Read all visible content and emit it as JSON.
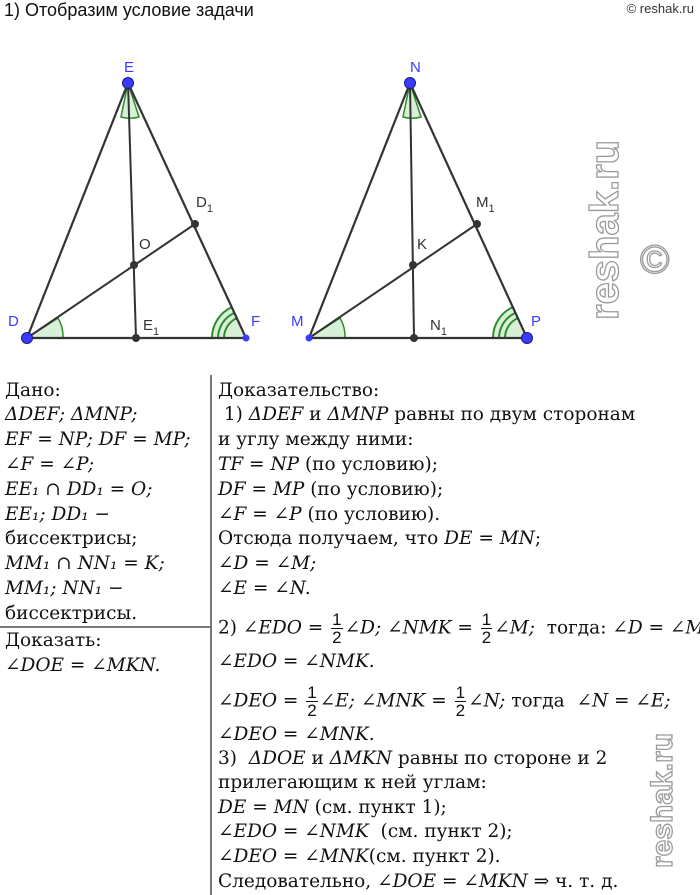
{
  "header": {
    "title": "1) Отобразим условие задачи",
    "copyright": "© reshak.ru"
  },
  "diagram": {
    "triangle1": {
      "labels": {
        "E": "E",
        "D": "D",
        "F": "F",
        "D1": "D",
        "D1_sub": "1",
        "O": "O",
        "E1": "E",
        "E1_sub": "1"
      }
    },
    "triangle2": {
      "labels": {
        "N": "N",
        "M": "M",
        "P": "P",
        "M1": "M",
        "M1_sub": "1",
        "K": "K",
        "N1": "N",
        "N1_sub": "1"
      }
    },
    "colors": {
      "vertex": "#3b3bff",
      "point": "#333333",
      "angle": "#2e8b2e",
      "angle_fill": "#d8f0d8"
    }
  },
  "watermark": {
    "text": "reshak.ru",
    "symbol": "©"
  },
  "given": {
    "lines": [
      [
        {
          "r": "Дано:"
        }
      ],
      [
        {
          "m": "ΔDEF; ΔMNP;"
        }
      ],
      [
        {
          "m": "EF = NP; DF = MP;"
        }
      ],
      [
        {
          "m": "∠F = ∠P;"
        }
      ],
      [
        {
          "m": "EE₁ ∩ DD₁ = O;"
        }
      ],
      [
        {
          "m": "EE₁; DD₁ −"
        }
      ],
      [
        {
          "r": "биссектрисы;"
        }
      ],
      [
        {
          "m": "MM₁ ∩ NN₁ = K;"
        }
      ],
      [
        {
          "m": "MM₁; NN₁ −"
        }
      ],
      [
        {
          "r": "биссектрисы."
        }
      ]
    ]
  },
  "prove": {
    "lines": [
      [
        {
          "r": "Доказать:"
        }
      ],
      [
        {
          "m": "∠DOE = ∠MKN."
        }
      ]
    ]
  },
  "proof": {
    "lines": [
      [
        {
          "r": "Доказательство:"
        }
      ],
      [
        {
          "r": " 1) "
        },
        {
          "m": "ΔDEF"
        },
        {
          "r": " и "
        },
        {
          "m": "ΔMNP"
        },
        {
          "r": " равны по двум сторонам"
        }
      ],
      [
        {
          "r": "и углу между ними:"
        }
      ],
      [
        {
          "m": "TF = NP"
        },
        {
          "r": " (по условию);"
        }
      ],
      [
        {
          "m": "DF = MP"
        },
        {
          "r": " (по условию);"
        }
      ],
      [
        {
          "m": "∠F = ∠P"
        },
        {
          "r": " (по условию)."
        }
      ],
      [
        {
          "r": "Отсюда получаем, что "
        },
        {
          "m": "DE = MN"
        },
        {
          "r": ";"
        }
      ],
      [
        {
          "m": "∠D = ∠M;"
        }
      ],
      [
        {
          "m": "∠E = ∠N."
        }
      ],
      [
        {
          "r": "2) "
        },
        {
          "m": "∠EDO = "
        },
        {
          "frac": [
            "1",
            "2"
          ]
        },
        {
          "m": "∠D; ∠NMK = "
        },
        {
          "frac": [
            "1",
            "2"
          ]
        },
        {
          "m": "∠M;"
        },
        {
          "r": "  тогда: "
        },
        {
          "m": "∠D = ∠M;"
        }
      ],
      [
        {
          "m": "∠EDO = ∠NMK."
        }
      ],
      [
        {
          "m": "∠DEO = "
        },
        {
          "frac": [
            "1",
            "2"
          ]
        },
        {
          "m": "∠E; ∠MNK = "
        },
        {
          "frac": [
            "1",
            "2"
          ]
        },
        {
          "m": "∠N;"
        },
        {
          "r": " тогда "
        },
        {
          "m": " ∠N = ∠E;"
        }
      ],
      [
        {
          "m": "∠DEO = ∠MNK."
        }
      ],
      [
        {
          "r": "3)  "
        },
        {
          "m": "ΔDOE"
        },
        {
          "r": " и "
        },
        {
          "m": "ΔMKN"
        },
        {
          "r": " равны по стороне и 2"
        }
      ],
      [
        {
          "r": "прилегающим к ней углам:"
        }
      ],
      [
        {
          "m": "DE = MN"
        },
        {
          "r": " (см. пункт 1);"
        }
      ],
      [
        {
          "m": "∠EDO = ∠NMK"
        },
        {
          "r": "  (см. пункт 2);"
        }
      ],
      [
        {
          "m": "∠DEO = ∠MNK"
        },
        {
          "r": "(см. пункт 2)."
        }
      ],
      [
        {
          "r": "Следовательно, "
        },
        {
          "m": "∠DOE = ∠MKN"
        },
        {
          "r": " ⇒ ч. т. д."
        }
      ]
    ]
  }
}
